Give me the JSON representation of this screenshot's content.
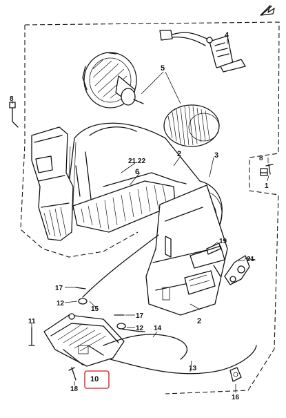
{
  "callouts": {
    "c1": "1",
    "c2": "2",
    "c2b": "2",
    "c3": "3",
    "c4": "4",
    "c5": "5",
    "c6": "6",
    "c8": "8",
    "c8b": "8",
    "c10": "10",
    "c11": "11",
    "c12a": "12",
    "c12b": "12",
    "c13": "13",
    "c14": "14",
    "c15": "15",
    "c16": "16",
    "c17a": "17",
    "c17b": "17",
    "c18": "18",
    "c19": "19",
    "c21": "21",
    "c2122": "21.22"
  },
  "highlight": {
    "color": "#e23a3a",
    "part": "10"
  },
  "icons": {
    "corner": "direction-arrow-icon"
  }
}
